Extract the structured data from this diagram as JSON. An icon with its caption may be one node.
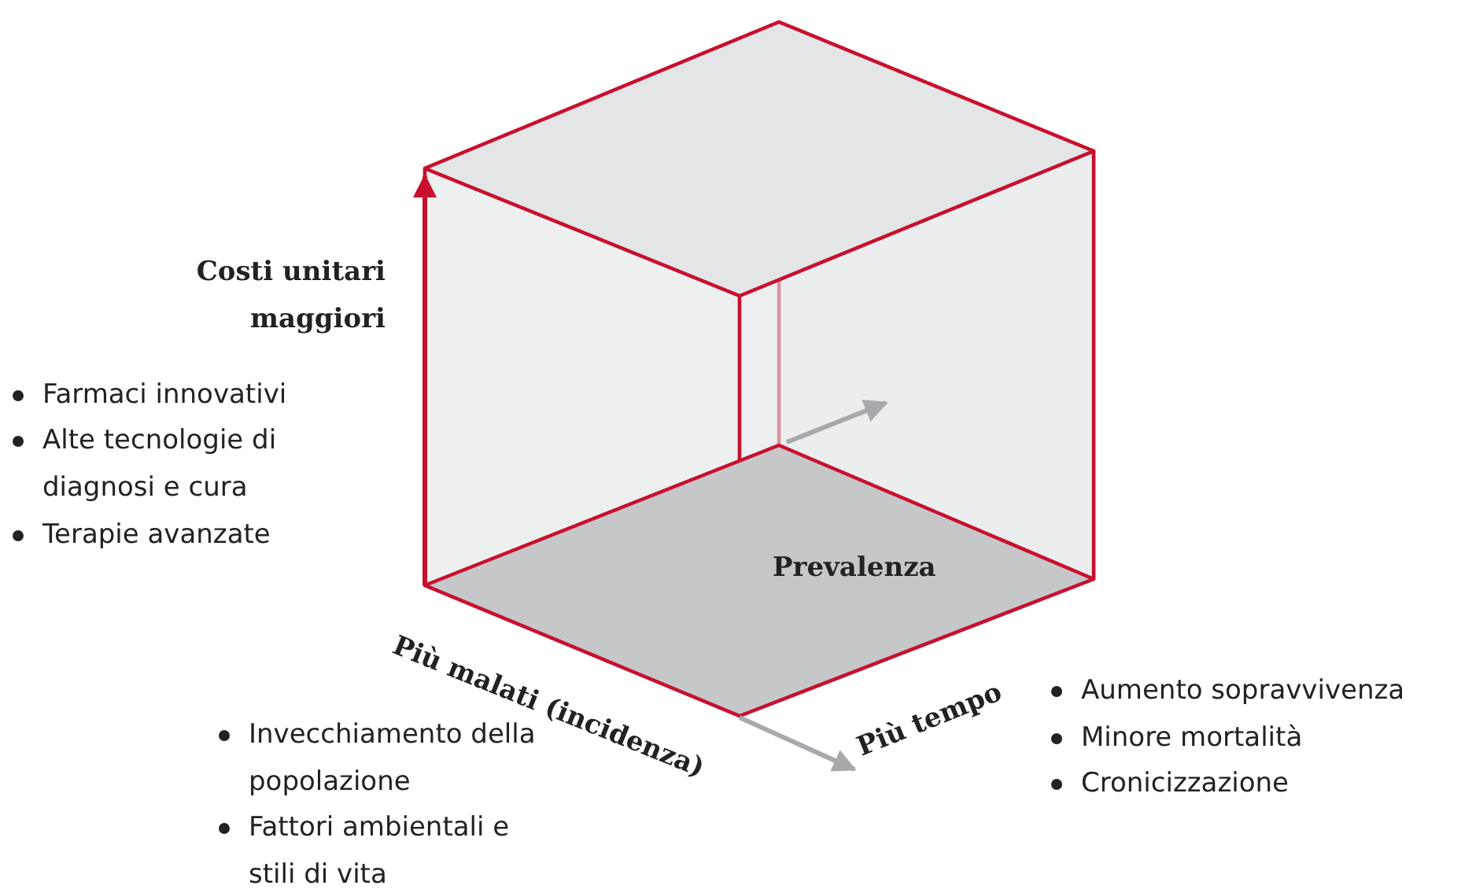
{
  "diagram": {
    "nodes": [
      {
        "text": [
          "Prevalenza"
        ]
      }
    ],
    "labels": [
      "Costi unitari maggiori",
      "Farmaci innovativi",
      "Alte tecnologie di diagnosi e cura",
      "Terapie avanzate",
      "Più malati (incidenza)",
      "Più tempo",
      "Invecchiamento della popolazione",
      "Fattori ambientali e stili di vita",
      "Aumento sopravvivenza",
      "Minore mortalità",
      "Cronicizzazione"
    ]
  }
}
